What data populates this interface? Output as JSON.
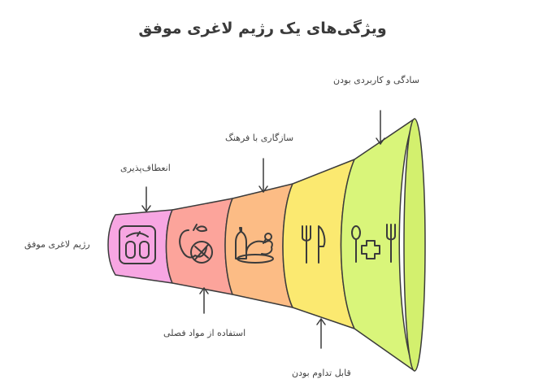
{
  "title": "ویژگی‌های یک رژیم لاغری موفق",
  "labels": {
    "start": "رژیم لاغری موفق",
    "flexibility": "انعطاف‌پذیری",
    "seasonal": "استفاده از مواد فصلی",
    "culture": "سازگاری با فرهنگ",
    "sustainable": "قابل تداوم بودن",
    "simplicity": "سادگی و کاربردی بودن"
  },
  "segments": [
    {
      "name": "scale",
      "color": "#f7a6e2",
      "icon": "scale-icon"
    },
    {
      "name": "seasonal-food",
      "color": "#fca49b",
      "icon": "fruit-icon"
    },
    {
      "name": "culture",
      "color": "#fcbc85",
      "icon": "roast-chicken-icon"
    },
    {
      "name": "sustainable",
      "color": "#fbe970",
      "icon": "fork-knife-icon"
    },
    {
      "name": "simplicity",
      "color": "#d9f57a",
      "icon": "utensils-health-icon"
    }
  ]
}
